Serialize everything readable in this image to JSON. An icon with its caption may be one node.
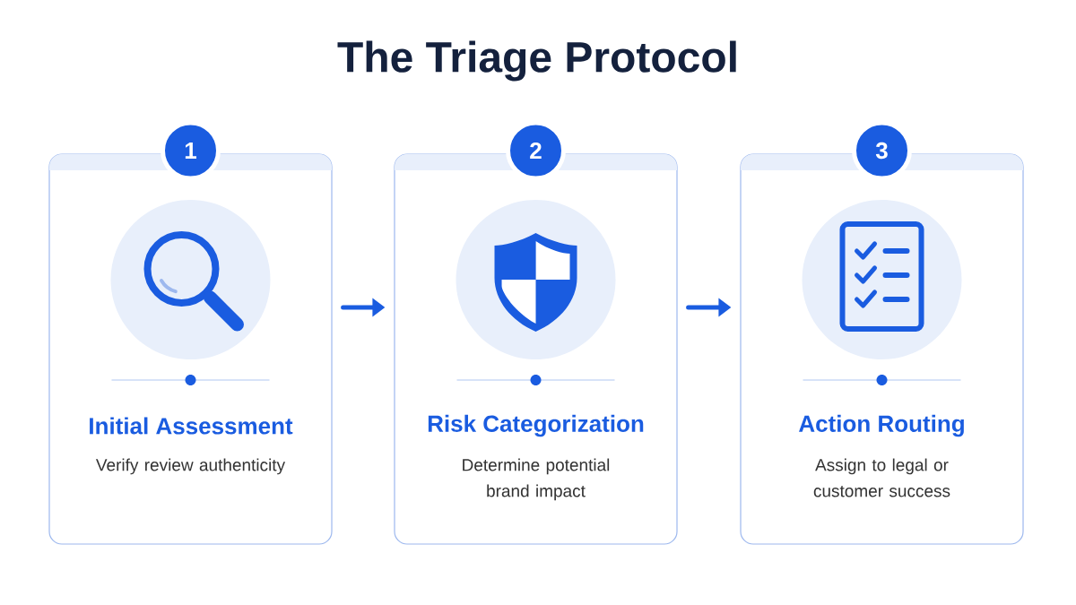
{
  "diagram": {
    "title": "The Triage Protocol",
    "nodes": [
      {
        "text": [
          "1"
        ]
      },
      {
        "text": [
          "Initial Assessment",
          "Verify review authenticity"
        ]
      },
      {
        "text": [
          "2"
        ]
      },
      {
        "text": [
          "Risk Categorization",
          "Determine potential brand impact"
        ]
      },
      {
        "text": [
          "3"
        ]
      },
      {
        "text": [
          "Action Routing",
          "Assign to legal or customer success"
        ]
      }
    ],
    "edges": [
      {
        "from": 1,
        "to": 3,
        "arrow": "to"
      },
      {
        "from": 3,
        "to": 5,
        "arrow": "to"
      }
    ]
  }
}
